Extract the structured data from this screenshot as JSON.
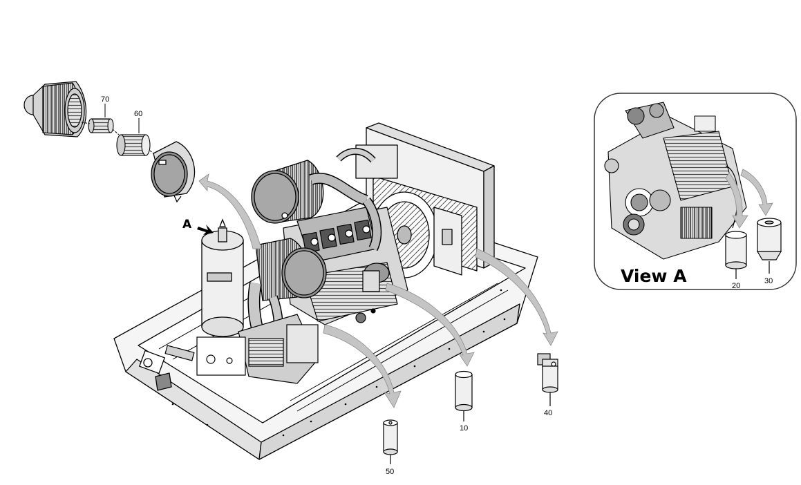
{
  "diagram": {
    "view_marker": "A",
    "inset_title": "View A",
    "callouts": {
      "c70": "70",
      "c60": "60",
      "c50": "50",
      "c10": "10",
      "c40": "40",
      "c20": "20",
      "c30": "30"
    },
    "colors": {
      "line": "#000000",
      "part_fill": "#dcdcdc",
      "dark_fill": "#8f8f8f",
      "arrow_fill": "#c4c4c4",
      "frame_fill": "#f4f4f4",
      "inset_border": "#333333"
    }
  }
}
